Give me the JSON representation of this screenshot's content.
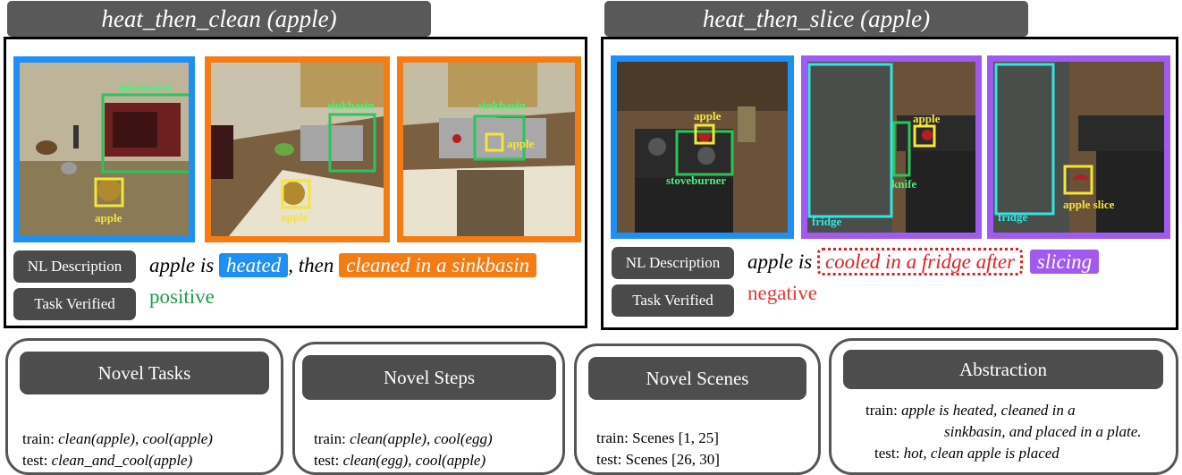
{
  "left": {
    "title": "heat_then_clean (apple)",
    "images": [
      {
        "border_color": "#1e8ff5",
        "boxes": [
          {
            "label": "microwave",
            "color": "green"
          },
          {
            "label": "apple",
            "color": "yellow"
          }
        ]
      },
      {
        "border_color": "#f57c12",
        "boxes": [
          {
            "label": "sinkbasin",
            "color": "green"
          },
          {
            "label": "apple",
            "color": "yellow"
          }
        ]
      },
      {
        "border_color": "#f57c12",
        "boxes": [
          {
            "label": "sinkbasin",
            "color": "green"
          },
          {
            "label": "apple",
            "color": "yellow"
          }
        ]
      }
    ],
    "nl_label": "NL Description",
    "desc_prefix": "apple is",
    "desc_chip1": "heated",
    "desc_mid": ", then",
    "desc_chip2": "cleaned in a sinkbasin",
    "verify_label": "Task Verified",
    "verdict": "positive",
    "verdict_color": "#1e9c4a"
  },
  "right": {
    "title": "heat_then_slice (apple)",
    "images": [
      {
        "border_color": "#1e8ff5",
        "boxes": [
          {
            "label": "apple",
            "color": "yellow"
          },
          {
            "label": "stoveburner",
            "color": "green"
          }
        ]
      },
      {
        "border_color": "#a05af0",
        "boxes": [
          {
            "label": "fridge",
            "color": "cyan"
          },
          {
            "label": "knife",
            "color": "green"
          },
          {
            "label": "apple",
            "color": "yellow"
          }
        ]
      },
      {
        "border_color": "#a05af0",
        "boxes": [
          {
            "label": "fridge",
            "color": "cyan"
          },
          {
            "label": "apple slice",
            "color": "yellow"
          }
        ]
      }
    ],
    "nl_label": "NL Description",
    "desc_prefix": "apple is",
    "desc_chip1": "cooled in a fridge after",
    "desc_chip2": "slicing",
    "verify_label": "Task Verified",
    "verdict": "negative",
    "verdict_color": "#e83838"
  },
  "categories": [
    {
      "title": "Novel Tasks",
      "train_label": "train:",
      "train": "clean(apple), cool(apple)",
      "test_label": "test:",
      "test": "clean_and_cool(apple)"
    },
    {
      "title": "Novel Steps",
      "train_label": "train:",
      "train": "clean(apple), cool(egg)",
      "test_label": "test:",
      "test": "clean(egg), cool(apple)"
    },
    {
      "title": "Novel Scenes",
      "train_label": "train:",
      "train": "Scenes [1, 25]",
      "test_label": "test:",
      "test": "Scenes [26, 30]"
    },
    {
      "title": "Abstraction",
      "train_label": "train:",
      "train_line1": "apple is heated, cleaned in a",
      "train_line2": "sinkbasin, and placed in a plate.",
      "test_label": "test:",
      "test": "hot, clean apple is placed"
    }
  ]
}
